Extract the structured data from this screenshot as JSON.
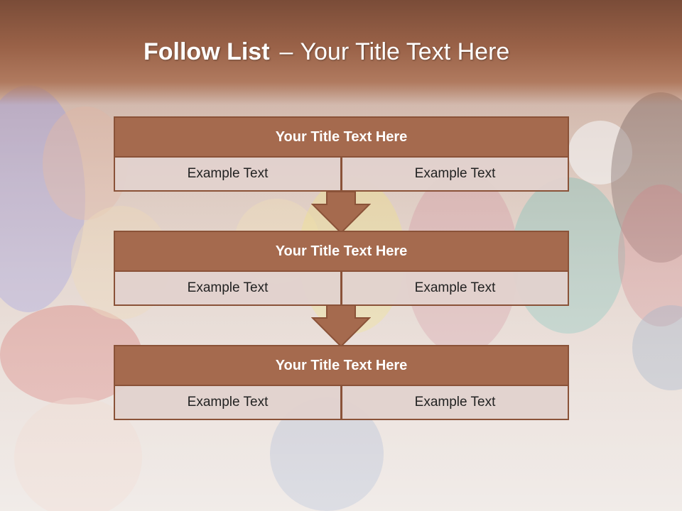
{
  "title": {
    "bold": "Follow List",
    "separator": "–",
    "rest": "Your Title Text Here"
  },
  "blocks": [
    {
      "heading": "Your Title Text Here",
      "left": "Example Text",
      "right": "Example Text"
    },
    {
      "heading": "Your Title Text Here",
      "left": "Example Text",
      "right": "Example Text"
    },
    {
      "heading": "Your Title Text Here",
      "left": "Example Text",
      "right": "Example Text"
    }
  ],
  "colors": {
    "header": "#9a6248",
    "bar": "#a56a4e",
    "border": "#8a5238",
    "cell": "#e2d2ce"
  }
}
